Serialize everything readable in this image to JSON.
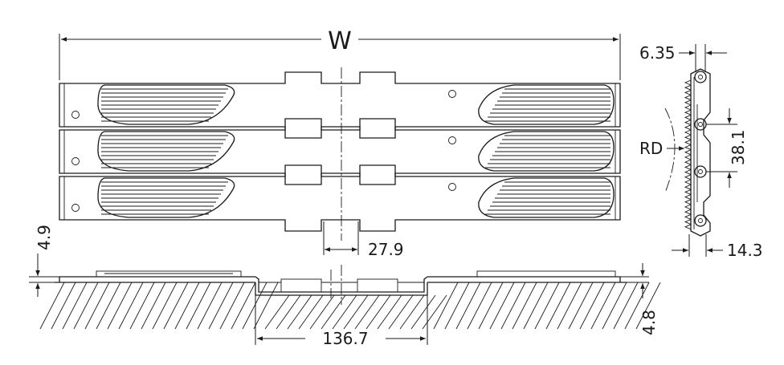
{
  "dimensions": {
    "width_label": "W",
    "pitch_offset": "6.35",
    "pitch": "38.1",
    "rd_label": "RD",
    "thickness_top": "4.9",
    "finger_width": "27.9",
    "side_width": "14.3",
    "recess_width": "136.7",
    "recess_depth": "4.8"
  }
}
